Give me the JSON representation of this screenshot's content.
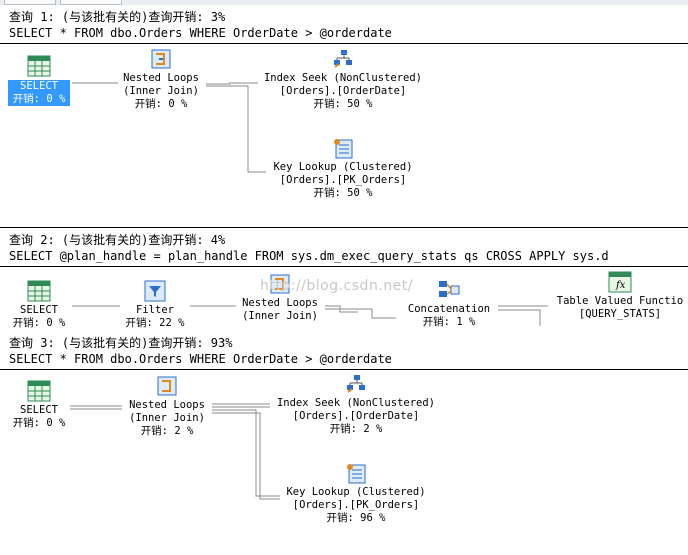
{
  "query1": {
    "title": "查询 1: (与该批有关的)查询开销: 3%",
    "sql": "SELECT * FROM dbo.Orders WHERE OrderDate > @orderdate",
    "select": {
      "label": "SELECT",
      "cost": "开销: 0 %"
    },
    "nested_loops": {
      "label": "Nested Loops",
      "sub": "(Inner Join)",
      "cost": "开销: 0 %"
    },
    "index_seek": {
      "label": "Index Seek (NonClustered)",
      "sub": "[Orders].[OrderDate]",
      "cost": "开销: 50 %"
    },
    "key_lookup": {
      "label": "Key Lookup (Clustered)",
      "sub": "[Orders].[PK_Orders]",
      "cost": "开销: 50 %"
    }
  },
  "query2": {
    "title": "查询 2: (与该批有关的)查询开销: 4%",
    "sql": "SELECT @plan_handle = plan_handle FROM sys.dm_exec_query_stats qs CROSS APPLY sys.d",
    "select": {
      "label": "SELECT",
      "cost": "开销: 0 %"
    },
    "filter": {
      "label": "Filter",
      "cost": "开销: 22 %"
    },
    "nested_loops": {
      "label": "Nested Loops",
      "sub": "(Inner Join)"
    },
    "concatenation": {
      "label": "Concatenation",
      "cost": "开销: 1 %"
    },
    "tvf": {
      "label": "Table Valued Functio",
      "sub": "[QUERY_STATS]"
    }
  },
  "query3": {
    "title": "查询 3: (与该批有关的)查询开销: 93%",
    "sql": "SELECT * FROM dbo.Orders WHERE OrderDate > @orderdate",
    "select": {
      "label": "SELECT",
      "cost": "开销: 0 %"
    },
    "nested_loops": {
      "label": "Nested Loops",
      "sub": "(Inner Join)",
      "cost": "开销: 2 %"
    },
    "index_seek": {
      "label": "Index Seek (NonClustered)",
      "sub": "[Orders].[OrderDate]",
      "cost": "开销: 2 %"
    },
    "key_lookup": {
      "label": "Key Lookup (Clustered)",
      "sub": "[Orders].[PK_Orders]",
      "cost": "开销: 96 %"
    }
  },
  "watermark": "http://blog.csdn.net/",
  "colors": {
    "selected_bg": "#3399ff",
    "icon_green": "#2e8b57",
    "icon_blue": "#2a6fc9",
    "icon_orange": "#e08a1e"
  }
}
